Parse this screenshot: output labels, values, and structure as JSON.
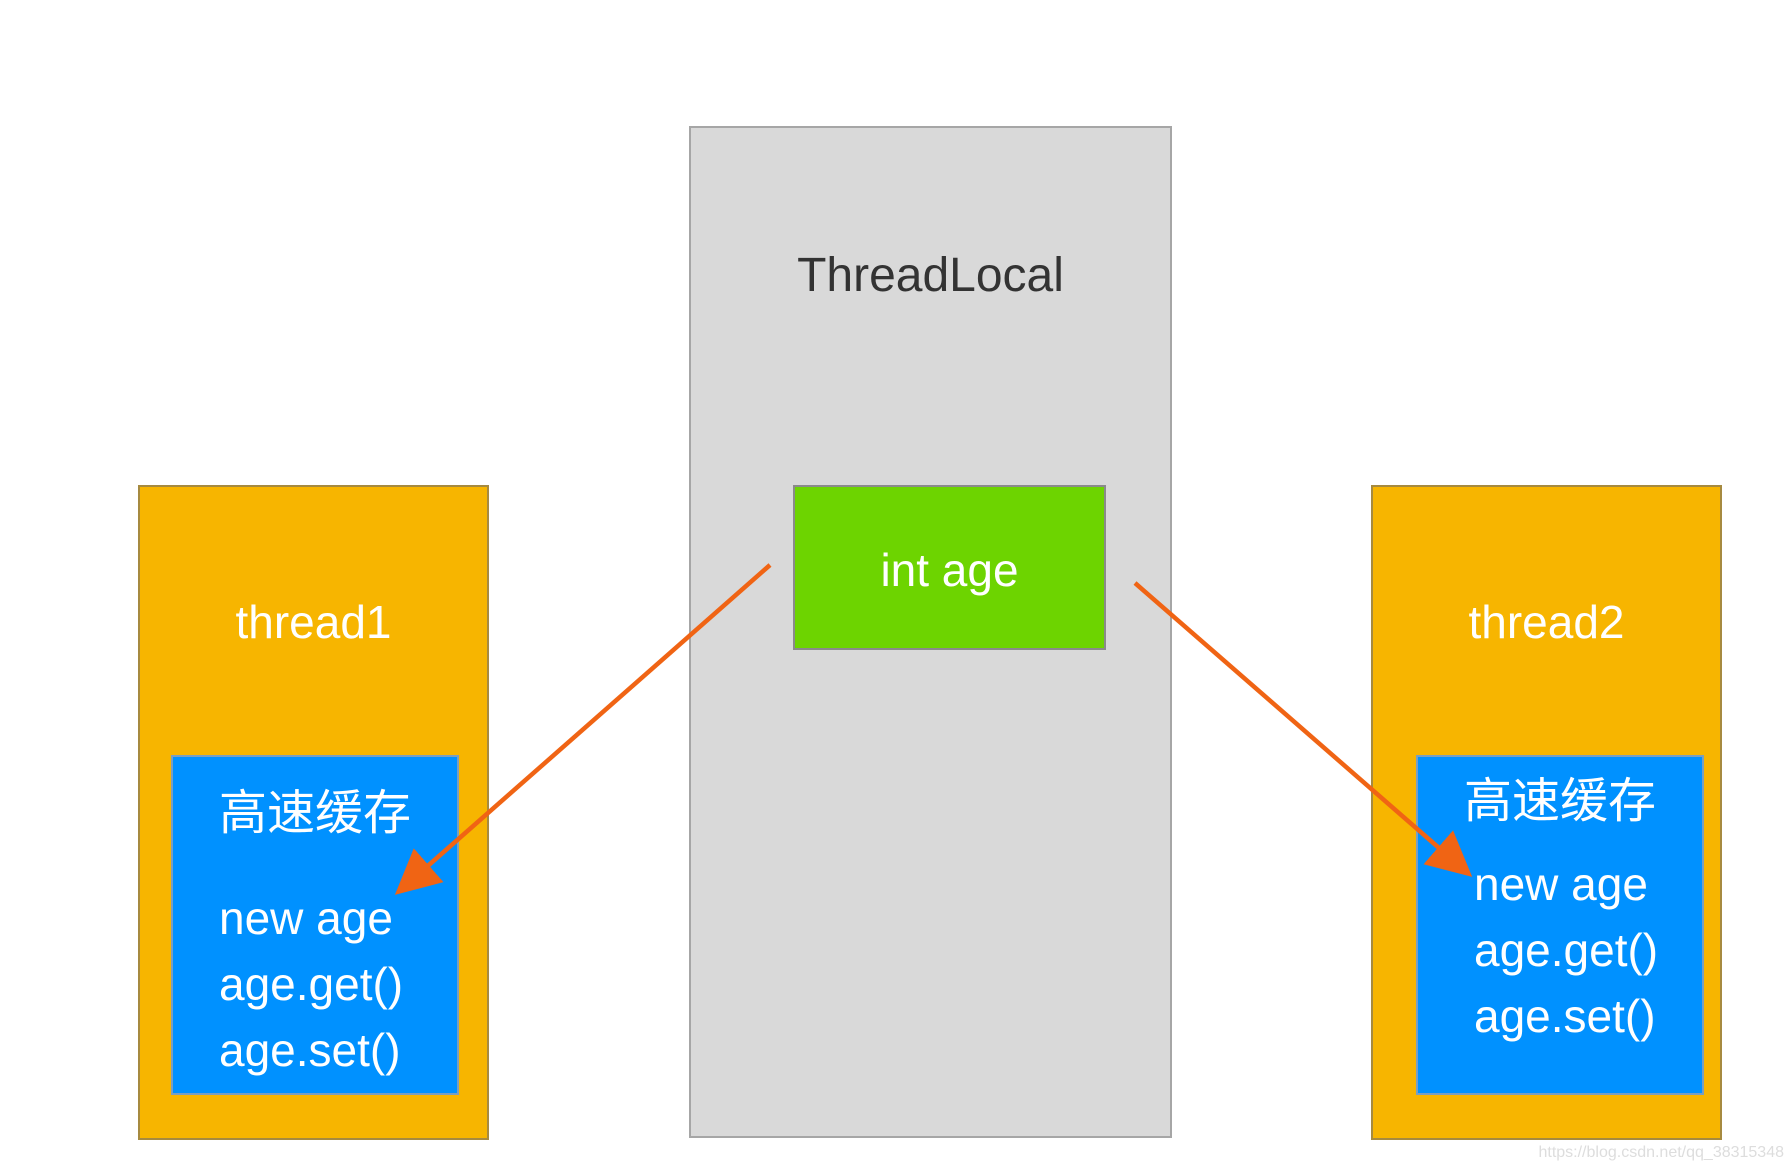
{
  "threadlocal": {
    "title": "ThreadLocal"
  },
  "shared_var": {
    "label": "int age"
  },
  "threads": [
    {
      "title": "thread1",
      "cache_title": "高速缓存",
      "lines": [
        "new age",
        "age.get()",
        "age.set()"
      ]
    },
    {
      "title": "thread2",
      "cache_title": "高速缓存",
      "lines": [
        "new age",
        "age.get()",
        "age.set()"
      ]
    }
  ],
  "colors": {
    "threadlocal_bg": "#d9d9d9",
    "shared_var_bg": "#6dd400",
    "thread_bg": "#f7b500",
    "cache_bg": "#0091ff",
    "arrow": "#f06414"
  },
  "watermark": "https://blog.csdn.net/qq_38315348"
}
